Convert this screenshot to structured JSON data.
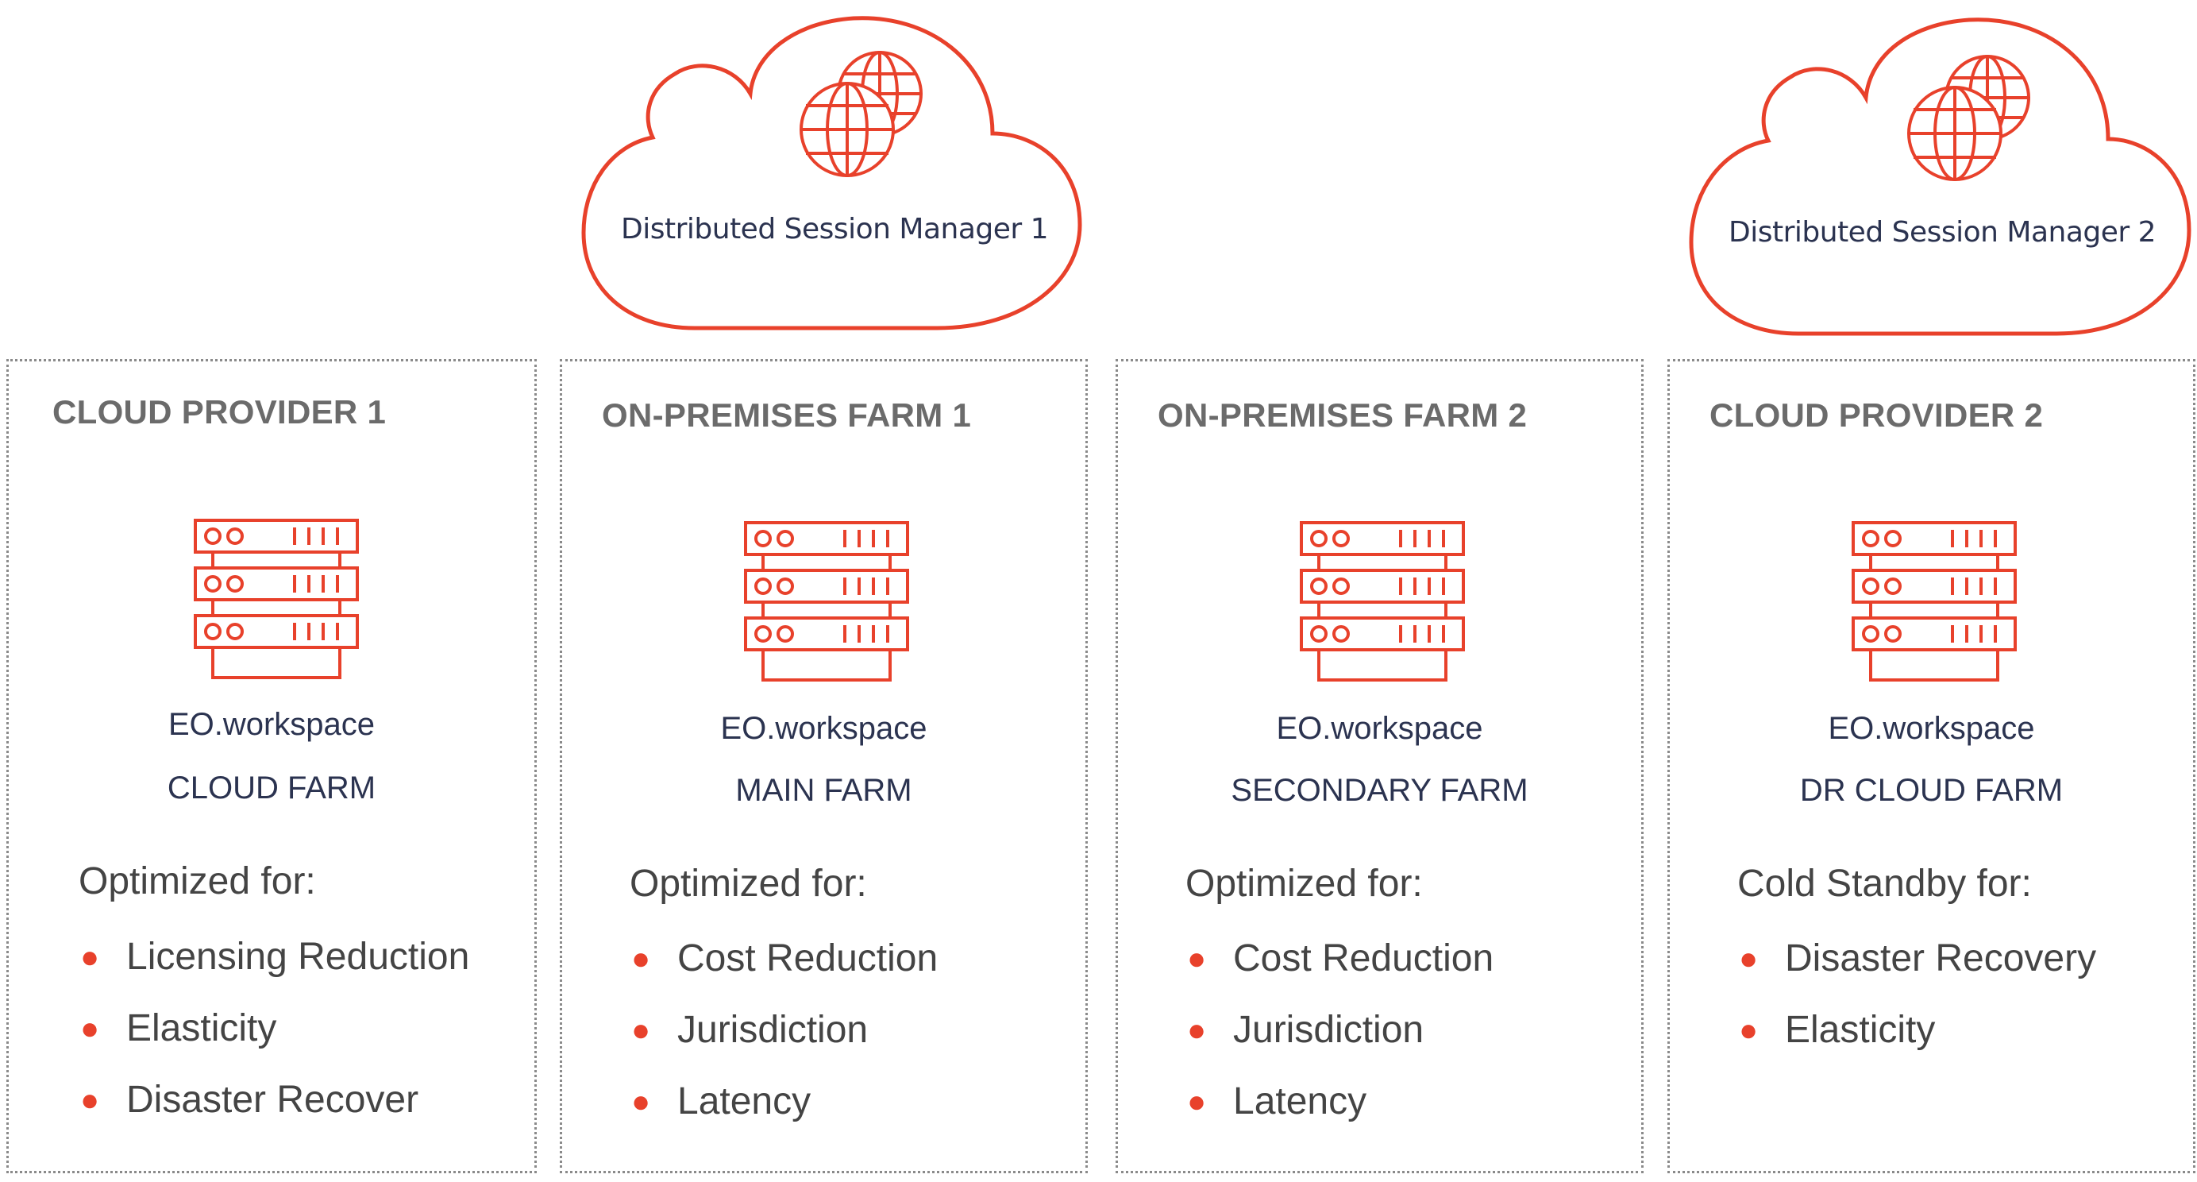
{
  "colors": {
    "accent": "#e8412b",
    "title_gray": "#6b6b6b",
    "navy_text": "#2b3350",
    "body_text": "#444444"
  },
  "clouds": [
    {
      "label": "Distributed Session Manager  1",
      "icon": "globe-icon"
    },
    {
      "label": "Distributed Session Manager  2",
      "icon": "globe-icon"
    }
  ],
  "panels": [
    {
      "title": "CLOUD PROVIDER 1",
      "icon": "server-rack-icon",
      "product": "EO.workspace",
      "farm": "CLOUD FARM",
      "list_title": "Optimized for:",
      "items": [
        "Licensing Reduction",
        "Elasticity",
        "Disaster Recover"
      ]
    },
    {
      "title": "ON-PREMISES FARM 1",
      "icon": "server-rack-icon",
      "product": "EO.workspace",
      "farm": "MAIN FARM",
      "list_title": "Optimized for:",
      "items": [
        "Cost Reduction",
        "Jurisdiction",
        "Latency"
      ]
    },
    {
      "title": "ON-PREMISES FARM 2",
      "icon": "server-rack-icon",
      "product": "EO.workspace",
      "farm": "SECONDARY FARM",
      "list_title": "Optimized for:",
      "items": [
        "Cost Reduction",
        "Jurisdiction",
        "Latency"
      ]
    },
    {
      "title": "CLOUD PROVIDER 2",
      "icon": "server-rack-icon",
      "product": "EO.workspace",
      "farm": "DR CLOUD FARM",
      "list_title": "Cold Standby for:",
      "items": [
        "Disaster Recovery",
        "Elasticity"
      ]
    }
  ]
}
